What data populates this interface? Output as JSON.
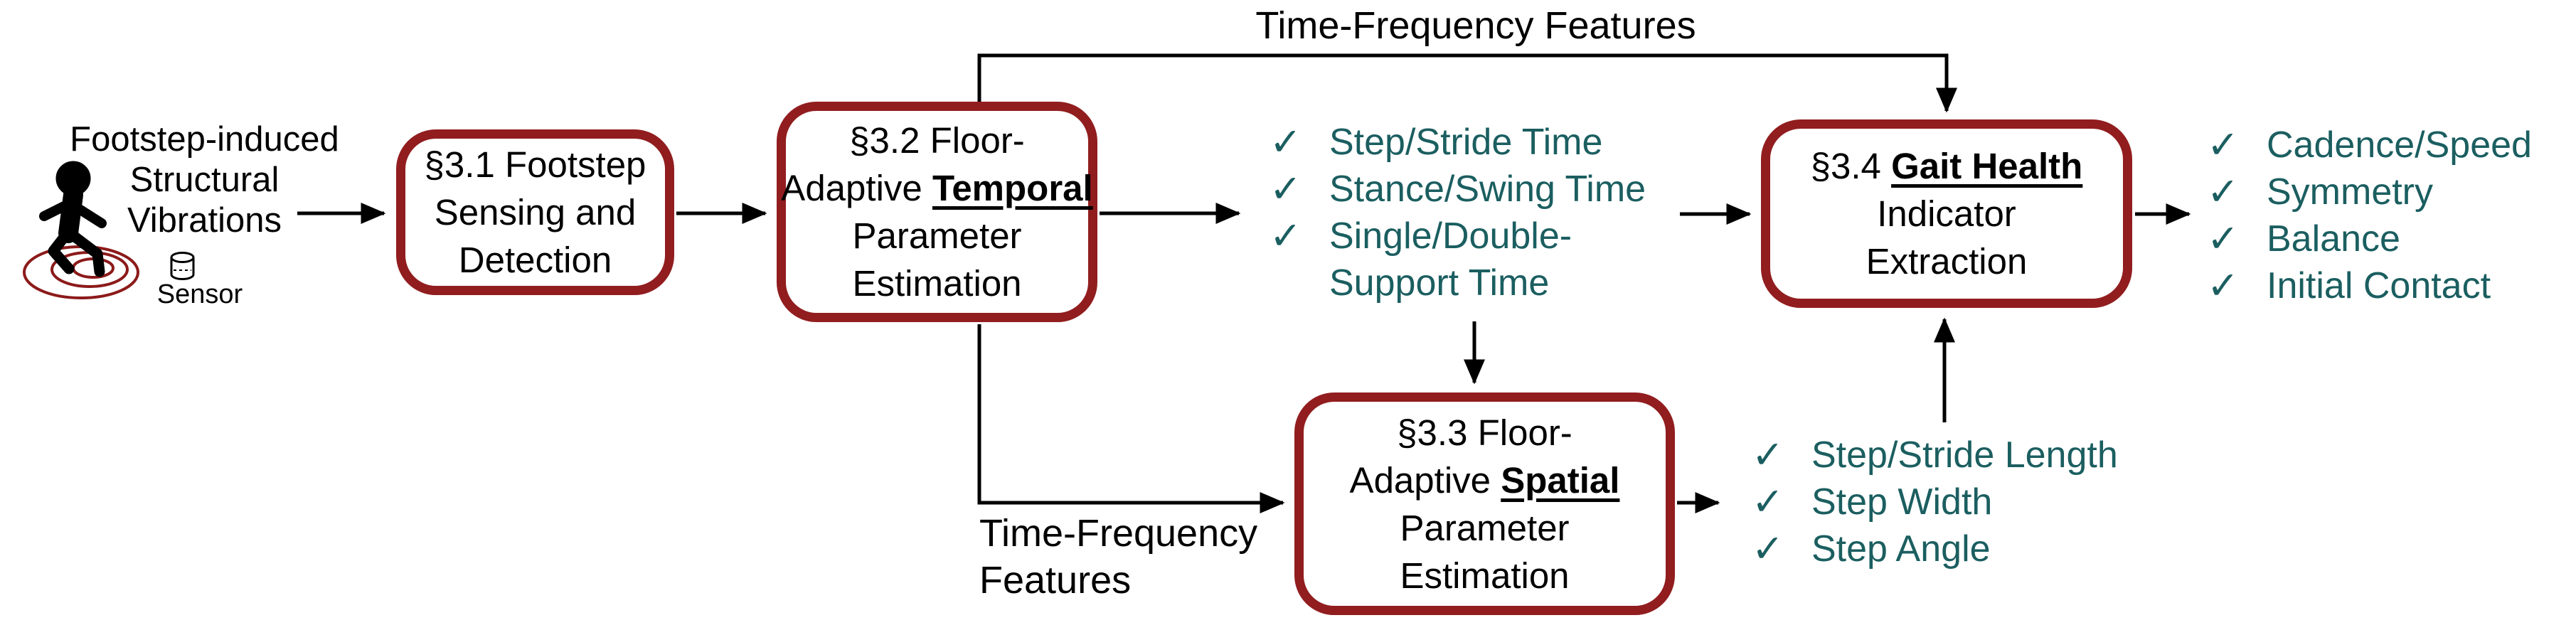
{
  "colors": {
    "box_border": "#911d1f",
    "ripple_red": "#8c1a1a",
    "check_teal": "#1b5e60",
    "arrow_black": "#000000"
  },
  "glyphs": {
    "check": "✓"
  },
  "source": {
    "line1": "Footstep-induced",
    "line2": "Structural",
    "line3": "Vibrations",
    "sensor": "Sensor"
  },
  "edges": {
    "top_label": "Time-Frequency Features",
    "bottom": {
      "l1": "Time-Frequency",
      "l2": "Features"
    }
  },
  "boxes": {
    "b31": {
      "l1": "§3.1 Footstep",
      "l2": "Sensing and",
      "l3": "Detection"
    },
    "b32": {
      "l1": "§3.2 Floor-",
      "l2_prefix": "Adaptive ",
      "l2_em": "Temporal",
      "l3": "Parameter",
      "l4": "Estimation"
    },
    "b33": {
      "l1": "§3.3 Floor-",
      "l2_prefix": "Adaptive ",
      "l2_em": "Spatial",
      "l3": "Parameter",
      "l4": "Estimation"
    },
    "b34": {
      "l1_prefix": "§3.4 ",
      "l1_em": "Gait Health",
      "l2": "Indicator",
      "l3": "Extraction"
    }
  },
  "outputs": {
    "temporal": {
      "r1": "Step/Stride Time",
      "r2": "Stance/Swing Time",
      "r3": "Single/Double-",
      "r4": "Support Time"
    },
    "spatial": {
      "r1": "Step/Stride Length",
      "r2": "Step Width",
      "r3": "Step Angle"
    },
    "gait": {
      "r1": "Cadence/Speed",
      "r2": "Symmetry",
      "r3": "Balance",
      "r4": "Initial Contact"
    }
  }
}
